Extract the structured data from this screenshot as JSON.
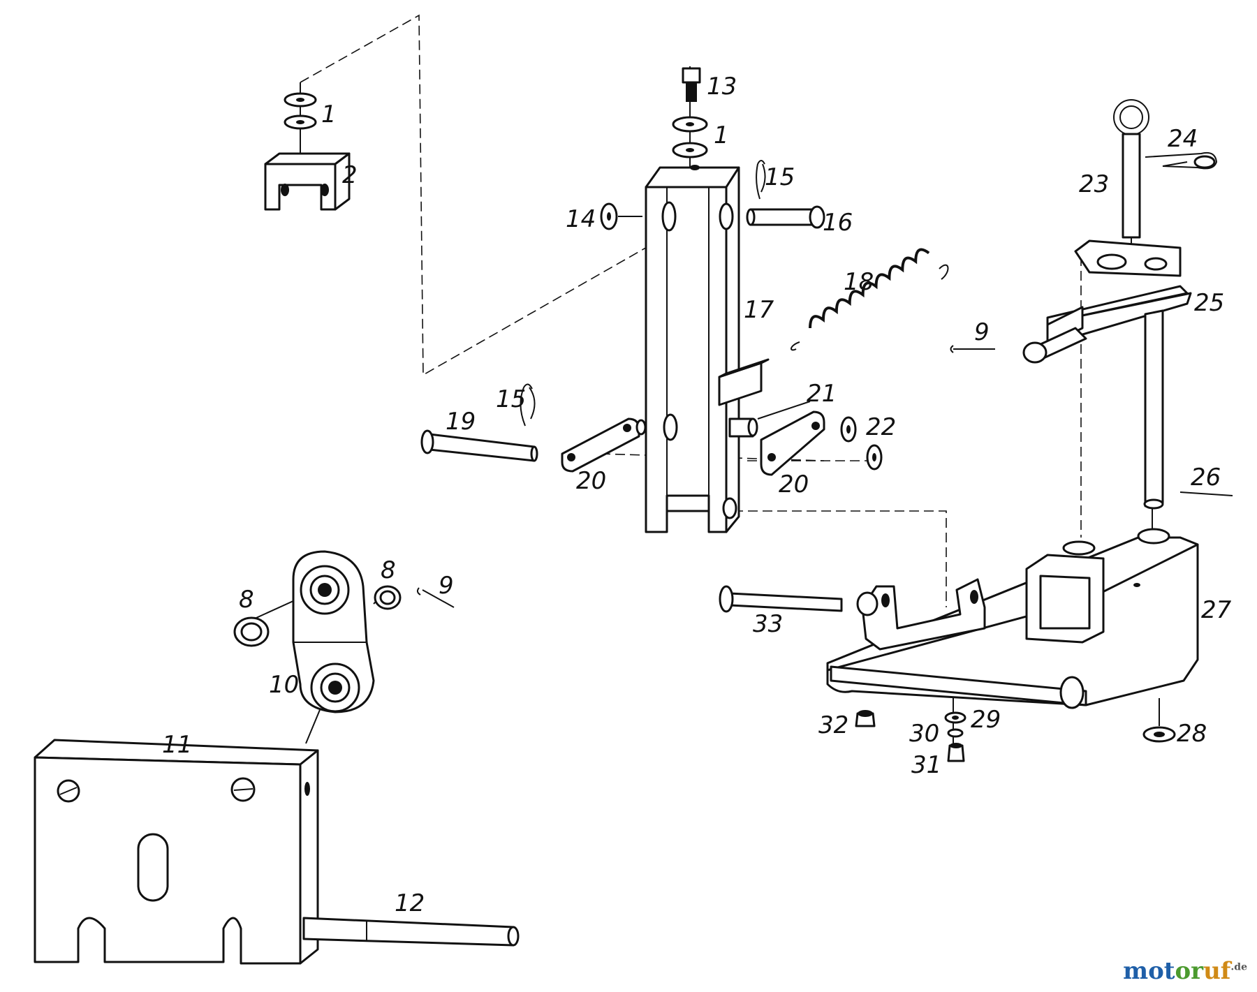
{
  "labels": {
    "p1a": "1",
    "p1b": "1",
    "p2": "2",
    "p8a": "8",
    "p8b": "8",
    "p9a": "9",
    "p9b": "9",
    "p10": "10",
    "p11": "11",
    "p12": "12",
    "p13": "13",
    "p14": "14",
    "p15a": "15",
    "p15b": "15",
    "p16": "16",
    "p17": "17",
    "p18": "18",
    "p19": "19",
    "p20a": "20",
    "p20b": "20",
    "p21": "21",
    "p22": "22",
    "p23": "23",
    "p24": "24",
    "p25": "25",
    "p26": "26",
    "p27": "27",
    "p28": "28",
    "p29": "29",
    "p30": "30",
    "p31": "31",
    "p32": "32",
    "p33": "33"
  },
  "logo": {
    "part1": "mot",
    "part2": "or",
    "part3": "uf",
    "suffix": ".de"
  }
}
